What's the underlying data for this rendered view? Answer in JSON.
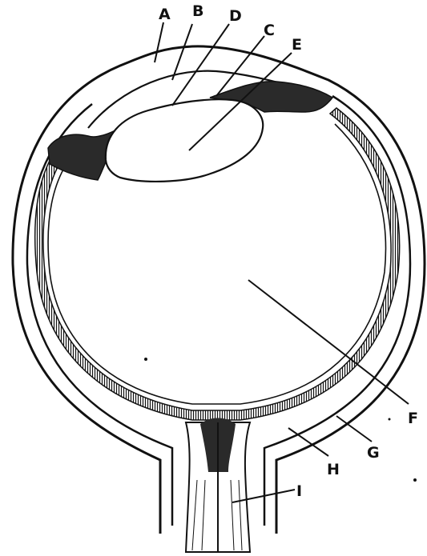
{
  "labels": {
    "a": "A",
    "b": "B",
    "c": "C",
    "d": "D",
    "e": "E",
    "f": "F",
    "g": "G",
    "h": "H",
    "i": "I"
  },
  "colors": {
    "ink": "#111111",
    "paper": "#ffffff",
    "tissue": "#2a2a2a"
  }
}
